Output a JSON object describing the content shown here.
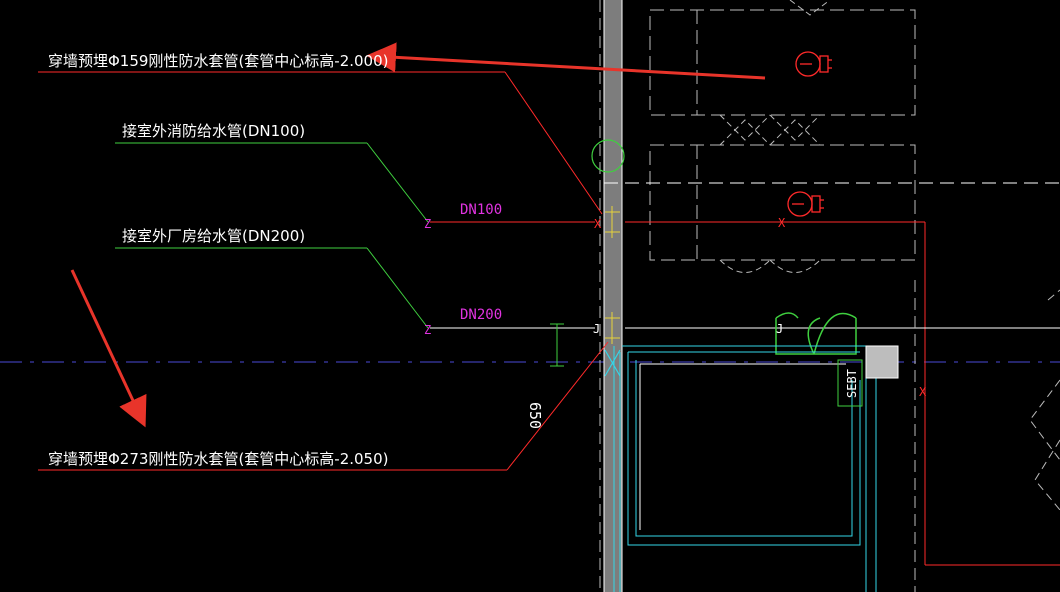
{
  "viewer": {
    "background": "#000000"
  },
  "colors": {
    "white": "#ffffff",
    "red": "#ff2a2a",
    "green": "#3fcf3f",
    "cyan": "#33d6e8",
    "magenta": "#e033e0",
    "yellow": "#e6d23a",
    "gray": "#9a9a9a",
    "wall_fill": "#7d7d7d",
    "blue_axis": "#4a4ad6",
    "arrow_red": "#e8342a"
  },
  "annotations": {
    "top_sleeve": "穿墙预埋Φ159刚性防水套管(套管中心标高-2.000)",
    "fire_pipe": "接室外消防给水管(DN100)",
    "plant_pipe": "接室外厂房给水管(DN200)",
    "bottom_sleeve": "穿墙预埋Φ273刚性防水套管(套管中心标高-2.050)"
  },
  "pipe_labels": {
    "dn100": "DN100",
    "dn200": "DN200",
    "marker_z": "Z",
    "marker_j": "J",
    "marker_x": "X"
  },
  "dimension": {
    "value": "650"
  },
  "equipment": {
    "sebt_label": "SEBT"
  },
  "icons": {
    "top_arrow": "red-arrow-left",
    "bottom_arrow": "red-arrow-down"
  }
}
